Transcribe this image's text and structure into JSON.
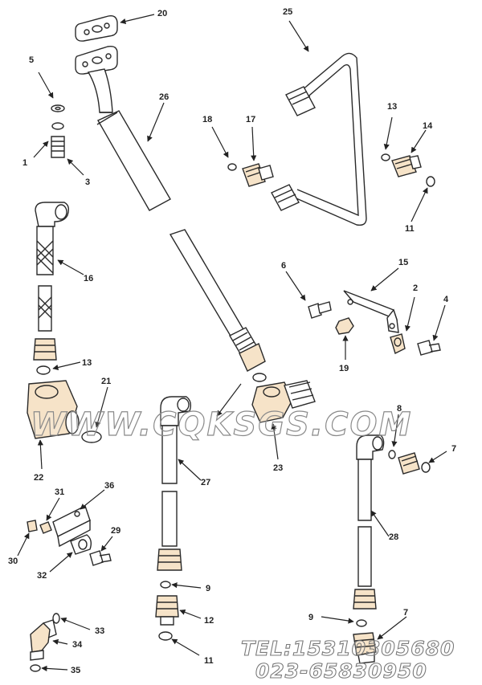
{
  "diagram": {
    "callouts": [
      "20",
      "5",
      "26",
      "25",
      "1",
      "3",
      "18",
      "17",
      "13",
      "14",
      "11",
      "16",
      "6",
      "15",
      "2",
      "4",
      "19",
      "13",
      "21",
      "22",
      "23",
      "31",
      "36",
      "29",
      "30",
      "32",
      "27",
      "8",
      "7",
      "28",
      "9",
      "12",
      "11",
      "33",
      "34",
      "35",
      "9",
      "7"
    ]
  },
  "watermark": {
    "site": "WWW.CQKSGS.COM",
    "tel": "TEL:15310305680",
    "phone": "023-65830950"
  }
}
